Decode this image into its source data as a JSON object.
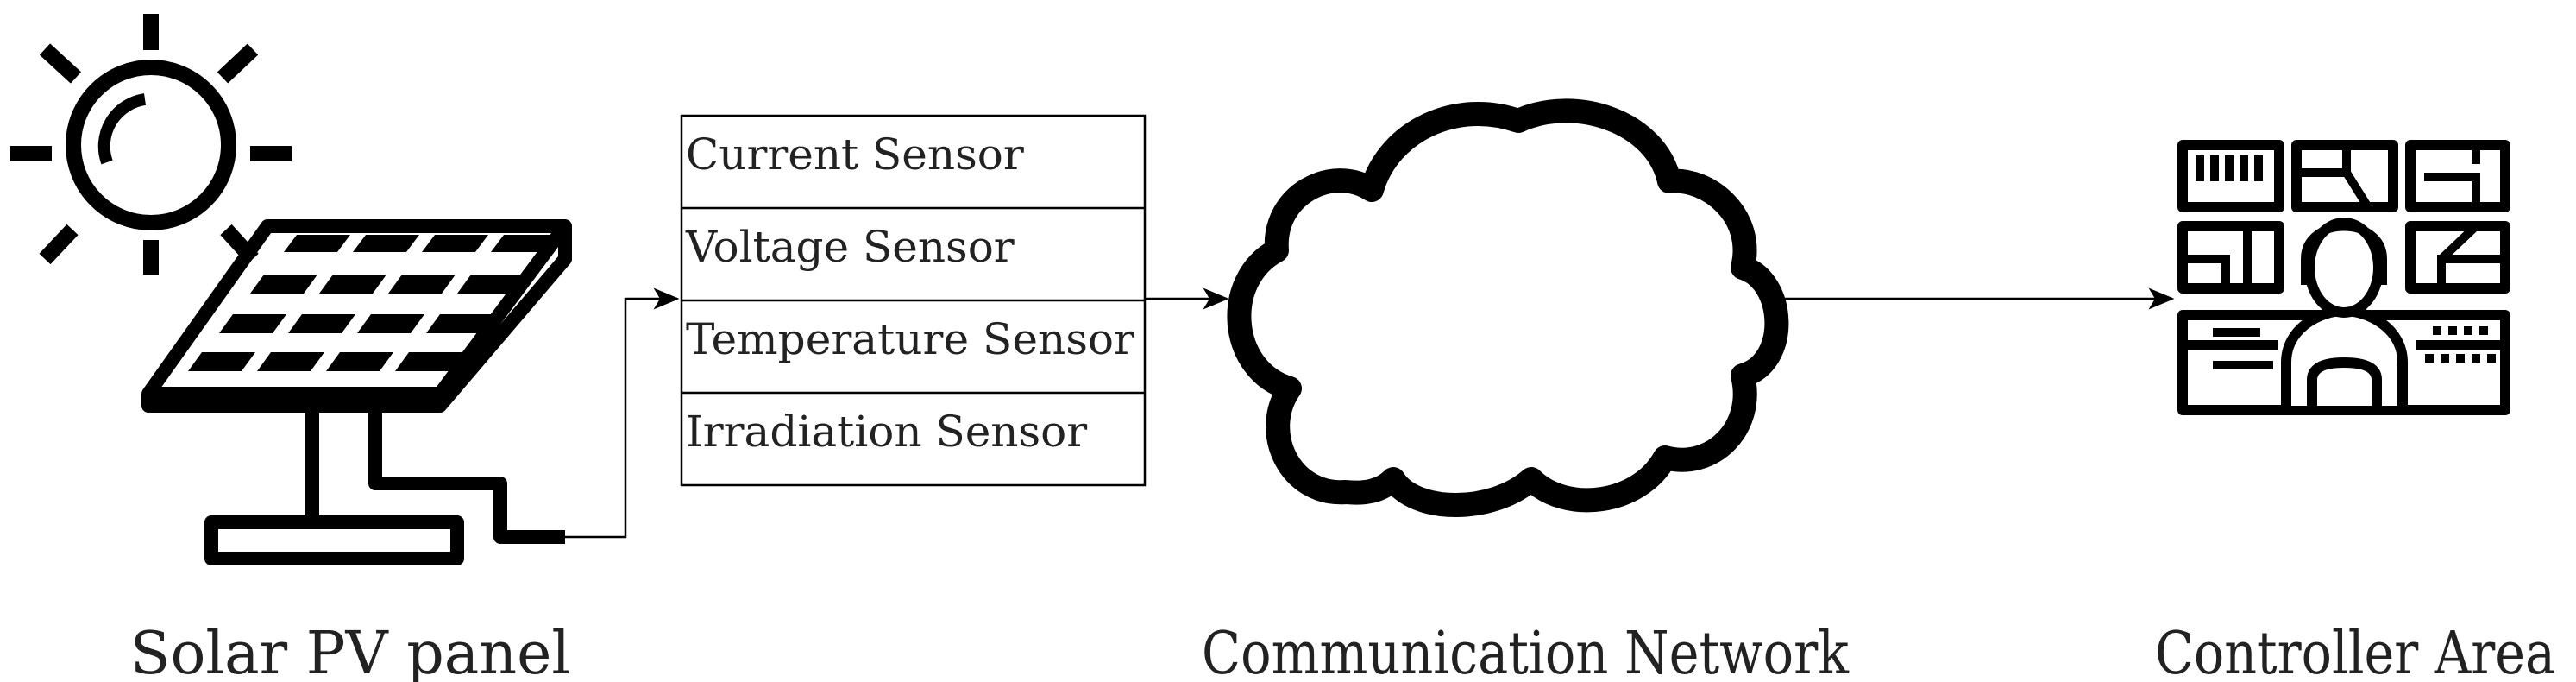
{
  "sensors": [
    {
      "label": "Current Sensor"
    },
    {
      "label": "Voltage Sensor"
    },
    {
      "label": "Temperature Sensor"
    },
    {
      "label": "Irradiation Sensor"
    }
  ],
  "captions": {
    "solar": "Solar PV panel",
    "network": "Communication Network",
    "controller": "Controller Area"
  },
  "icons": {
    "solar": "solar-panel-icon",
    "network": "cloud-icon",
    "controller": "control-room-icon"
  },
  "colors": {
    "stroke": "#000000",
    "text": "#222222",
    "background": "#ffffff"
  }
}
